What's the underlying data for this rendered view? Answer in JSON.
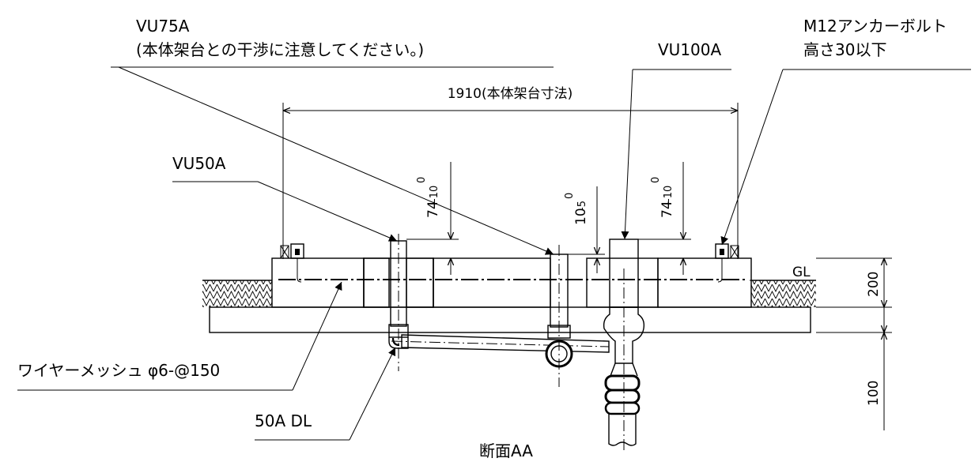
{
  "labels": {
    "vu75a": "VU75A",
    "vu75a_note": "(本体架台との干渉に注意してください。)",
    "vu100a": "VU100A",
    "anchor_bolt": "M12アンカーボルト",
    "anchor_height": "高さ30以下",
    "width_dim": "1910(本体架台寸法)",
    "vu50a": "VU50A",
    "dim_74_left": "74",
    "tol_74_left_upper": "0",
    "tol_74_left_lower": "-10",
    "dim_10": "10",
    "tol_10_upper": "0",
    "tol_10_lower": "-5",
    "dim_74_right": "74",
    "tol_74_right_upper": "0",
    "tol_74_right_lower": "-10",
    "gl": "GL",
    "dim_200": "200",
    "dim_100": "100",
    "wire_mesh": "ワイヤーメッシュ φ6-@150",
    "dl_50a": "50A DL",
    "section_title": "断面AA"
  }
}
